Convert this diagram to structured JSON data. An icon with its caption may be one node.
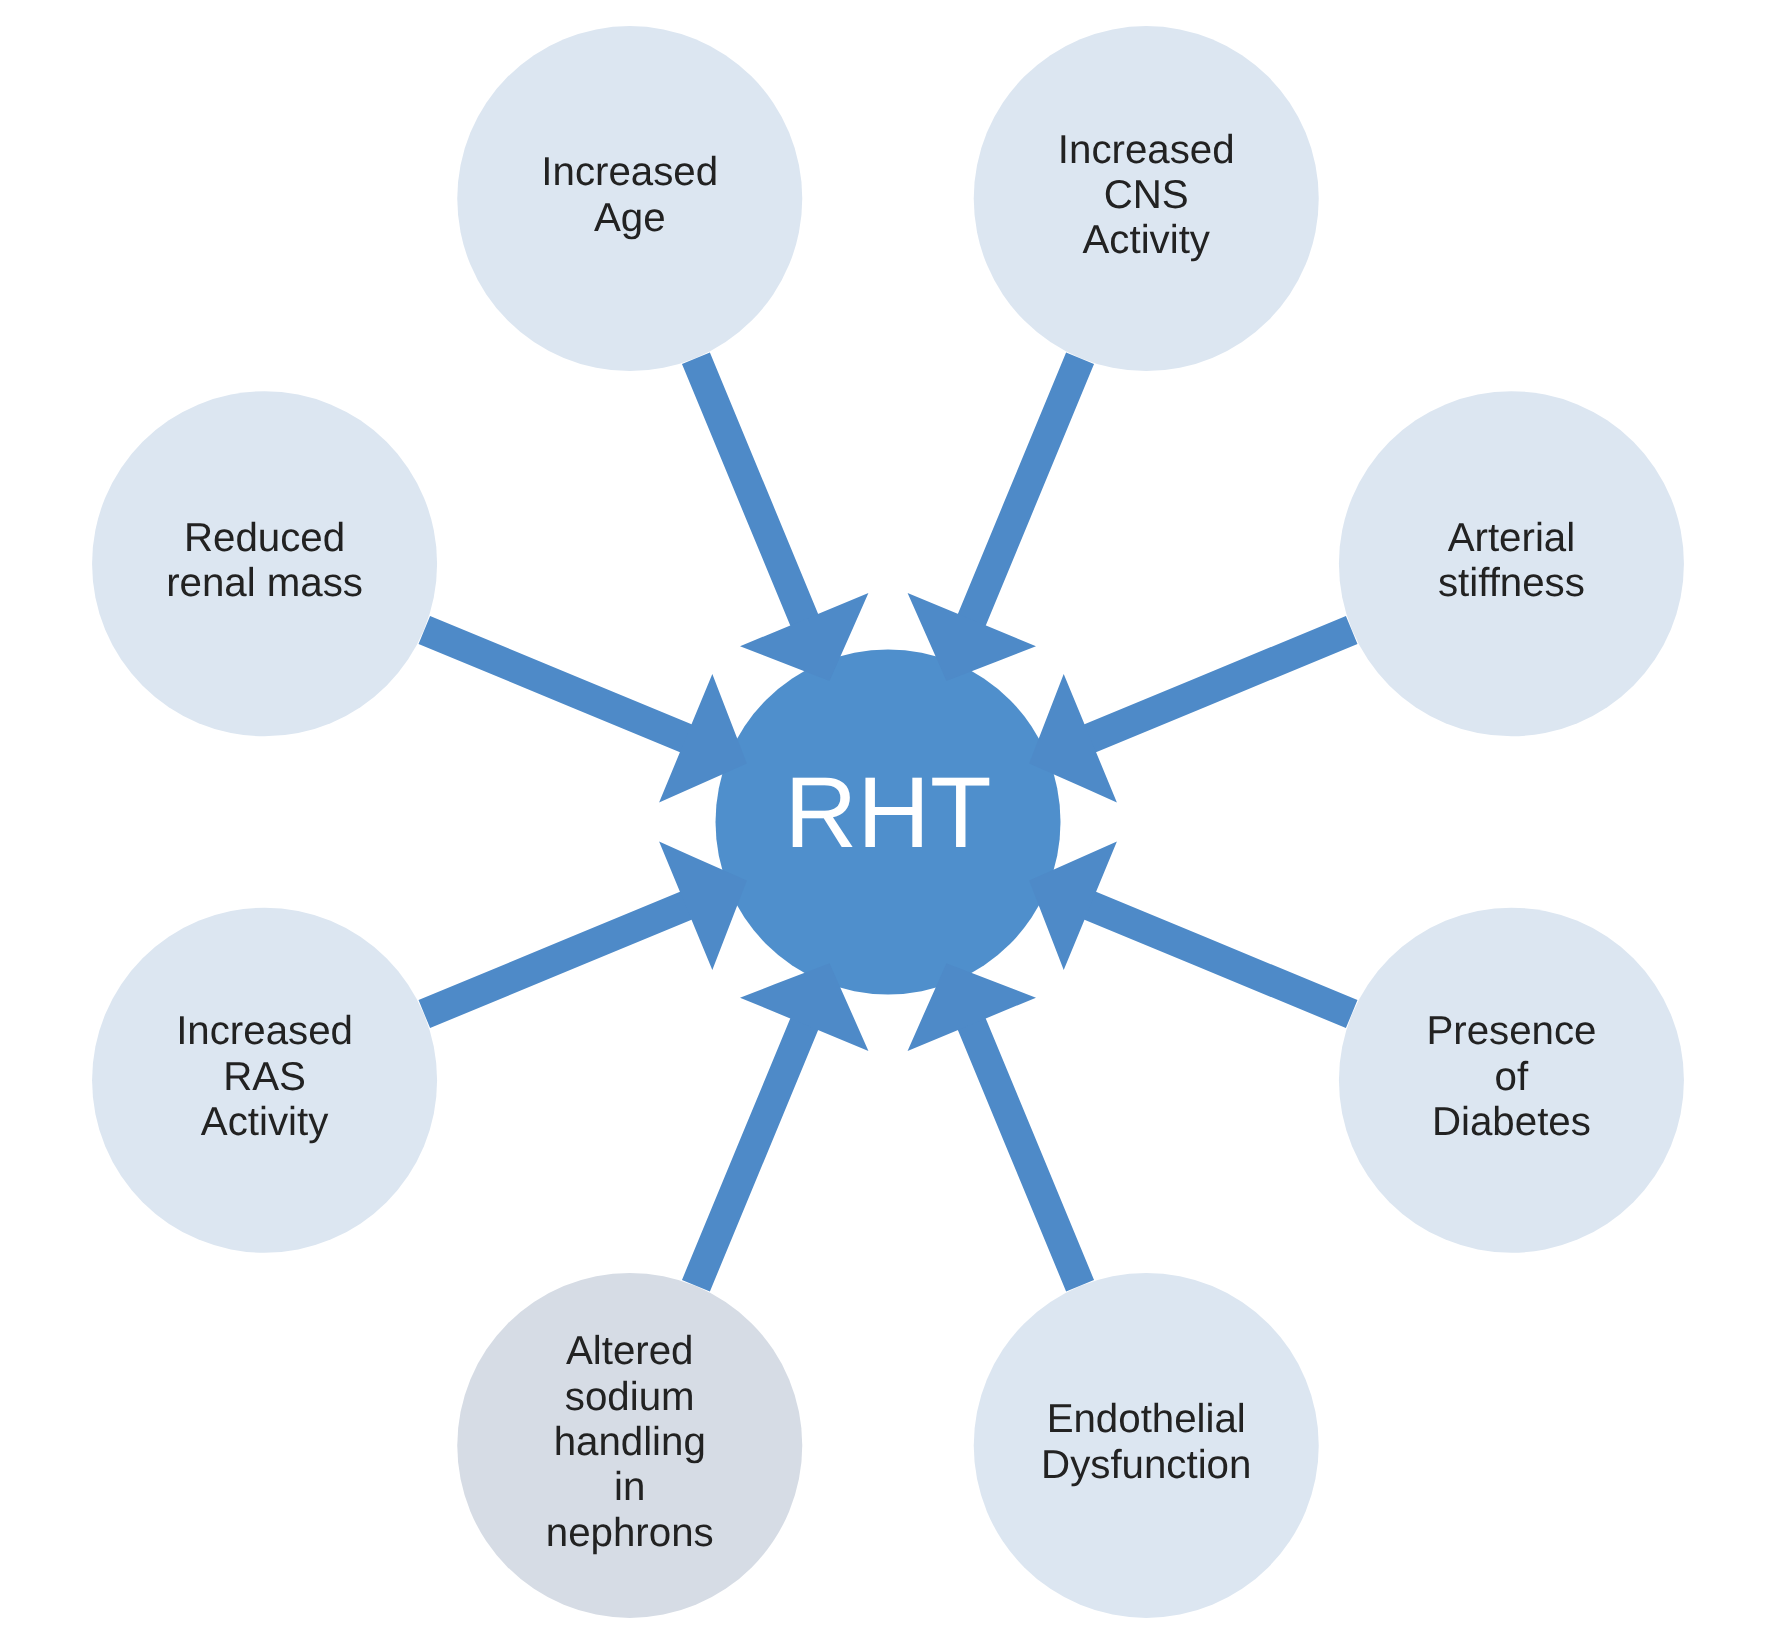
{
  "diagram": {
    "nodes": [
      {
        "text": [
          "Arterial stiffness"
        ]
      },
      {
        "text": [
          "Increased CNS Activity"
        ]
      },
      {
        "text": [
          "Increased Age"
        ]
      },
      {
        "text": [
          "Reduced renal mass"
        ]
      },
      {
        "text": [
          "Increased RAS Activity"
        ]
      },
      {
        "text": [
          "RHT"
        ]
      },
      {
        "text": [
          "Altered sodium handling in nephrons"
        ]
      },
      {
        "text": [
          "Endothelial Dysfunction"
        ]
      },
      {
        "text": [
          "Presence of Diabetes"
        ]
      }
    ],
    "edges": [
      {
        "from": 0,
        "to": 5,
        "arrow": "to"
      },
      {
        "from": 2,
        "to": 5,
        "arrow": "to"
      },
      {
        "from": 3,
        "to": 5,
        "arrow": "to"
      },
      {
        "from": 6,
        "to": 5,
        "arrow": "to"
      },
      {
        "from": 8,
        "to": 5,
        "arrow": "to"
      },
      {
        "from": 7,
        "to": 5,
        "arrow": "to"
      },
      {
        "from": 4,
        "to": 5,
        "arrow": "to"
      },
      {
        "from": 1,
        "to": 5,
        "arrow": "to"
      }
    ]
  }
}
